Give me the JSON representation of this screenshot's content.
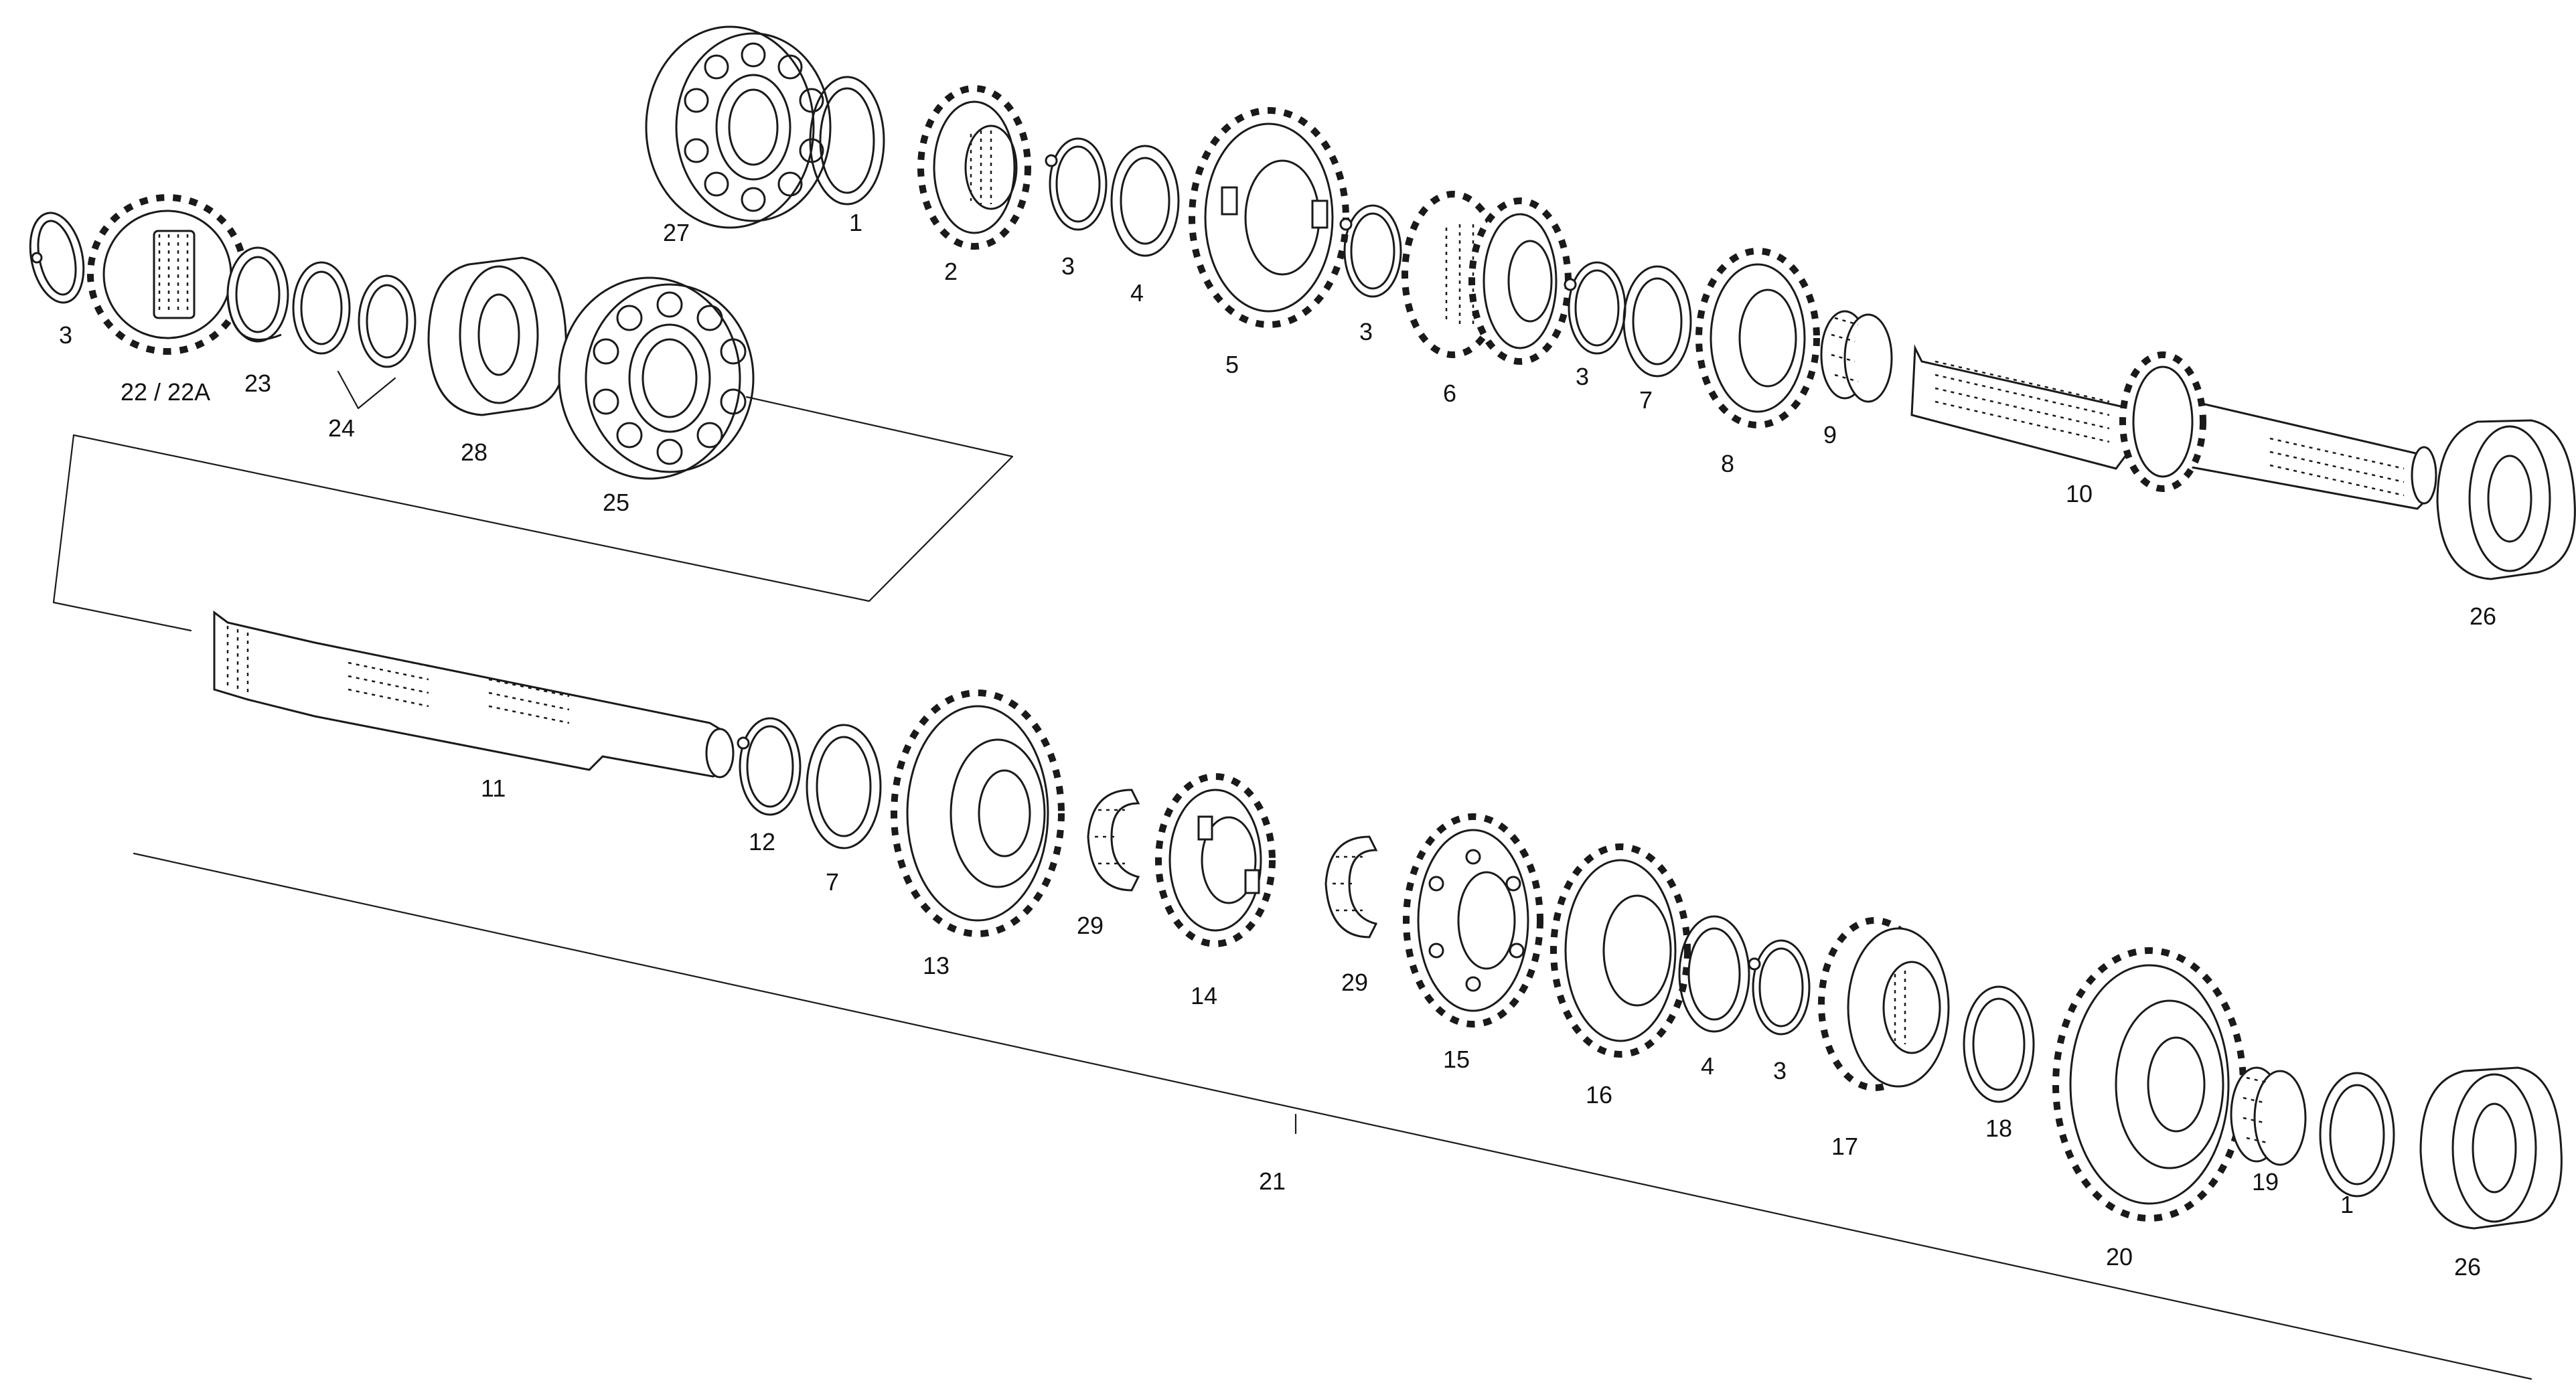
{
  "labels": {
    "p1": "1",
    "p2": "2",
    "p3": "3",
    "p4": "4",
    "p5": "5",
    "p6": "6",
    "p7": "7",
    "p8": "8",
    "p9": "9",
    "p10": "10",
    "p11": "11",
    "p12": "12",
    "p13": "13",
    "p14": "14",
    "p15": "15",
    "p16": "16",
    "p17": "17",
    "p18": "18",
    "p19": "19",
    "p20": "20",
    "p21": "21",
    "p22": "22 / 22A",
    "p23": "23",
    "p24": "24",
    "p25": "25",
    "p26": "26",
    "p27": "27",
    "p28": "28",
    "p29": "29"
  }
}
